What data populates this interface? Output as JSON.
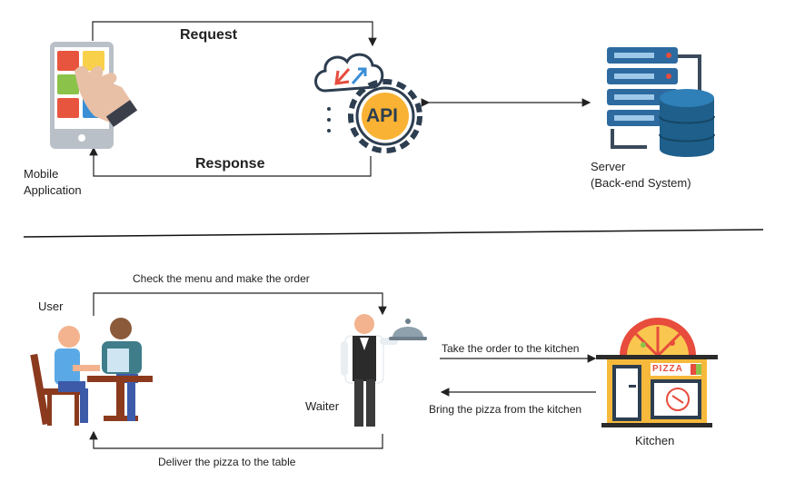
{
  "top": {
    "request_label": "Request",
    "response_label": "Response",
    "mobile_label_line1": "Mobile",
    "mobile_label_line2": "Application",
    "api_label": "API",
    "server_label_line1": "Server",
    "server_label_line2": "(Back-end System)"
  },
  "bottom": {
    "check_menu_label": "Check the menu and make the order",
    "deliver_label": "Deliver the pizza to the table",
    "user_label": "User",
    "waiter_label": "Waiter",
    "take_order_label": "Take the order to the kitchen",
    "bring_pizza_label": "Bring the pizza from  the kitchen",
    "kitchen_label": "Kitchen",
    "pizza_sign": "PIZZA"
  },
  "colors": {
    "accent_orange": "#f5a623",
    "api_circle": "#f9b233",
    "server_blue": "#1f5f8b",
    "server_dark": "#3a4a5c",
    "skin": "#f3b38e",
    "shirt_blue": "#5aa9e6",
    "chair_brown": "#8b3a1e",
    "pizza_red": "#e74c3c"
  }
}
